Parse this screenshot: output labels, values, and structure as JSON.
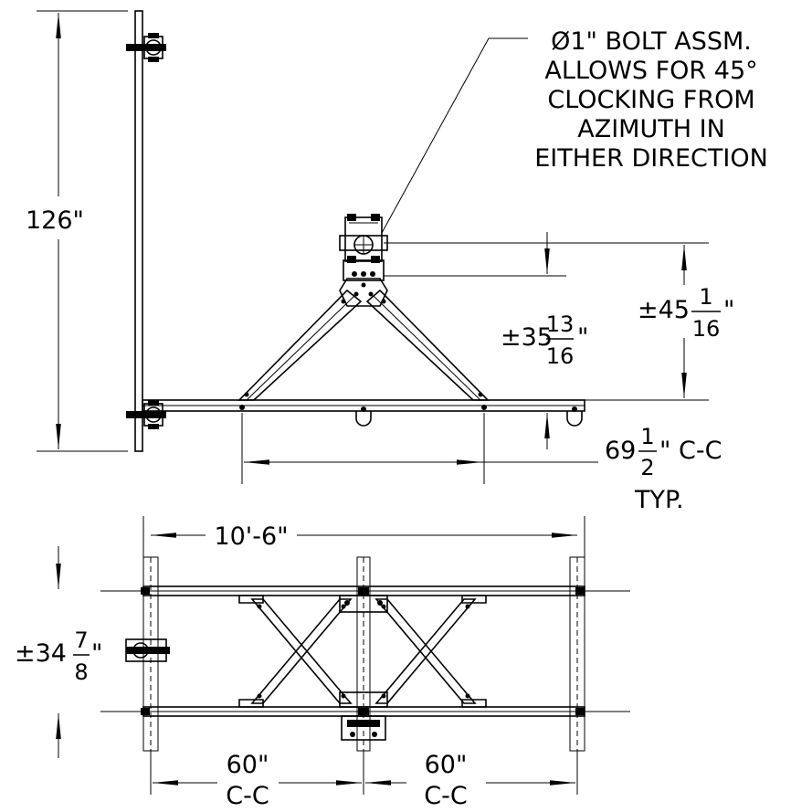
{
  "note": {
    "lines": [
      "Ø1\" BOLT ASSM.",
      "ALLOWS FOR 45°",
      "CLOCKING FROM",
      "AZIMUTH IN",
      "EITHER DIRECTION"
    ]
  },
  "dims": {
    "height_126": "126\"",
    "d35_prefix": "±35",
    "d35_num": "13",
    "d35_den": "16",
    "d35_suffix": "\"",
    "d45_prefix": "±45",
    "d45_num": "1",
    "d45_den": "16",
    "d45_suffix": "\"",
    "d69_prefix": "69",
    "d69_num": "1",
    "d69_den": "2",
    "d69_suffix": "\" C-C",
    "typ": "TYP.",
    "span_10_6": "10'-6\"",
    "d34_prefix": "±34",
    "d34_num": "7",
    "d34_den": "8",
    "d34_suffix": "\"",
    "cc_left_top": "60\"",
    "cc_left_bottom": "C-C",
    "cc_right_top": "60\"",
    "cc_right_bottom": "C-C"
  }
}
